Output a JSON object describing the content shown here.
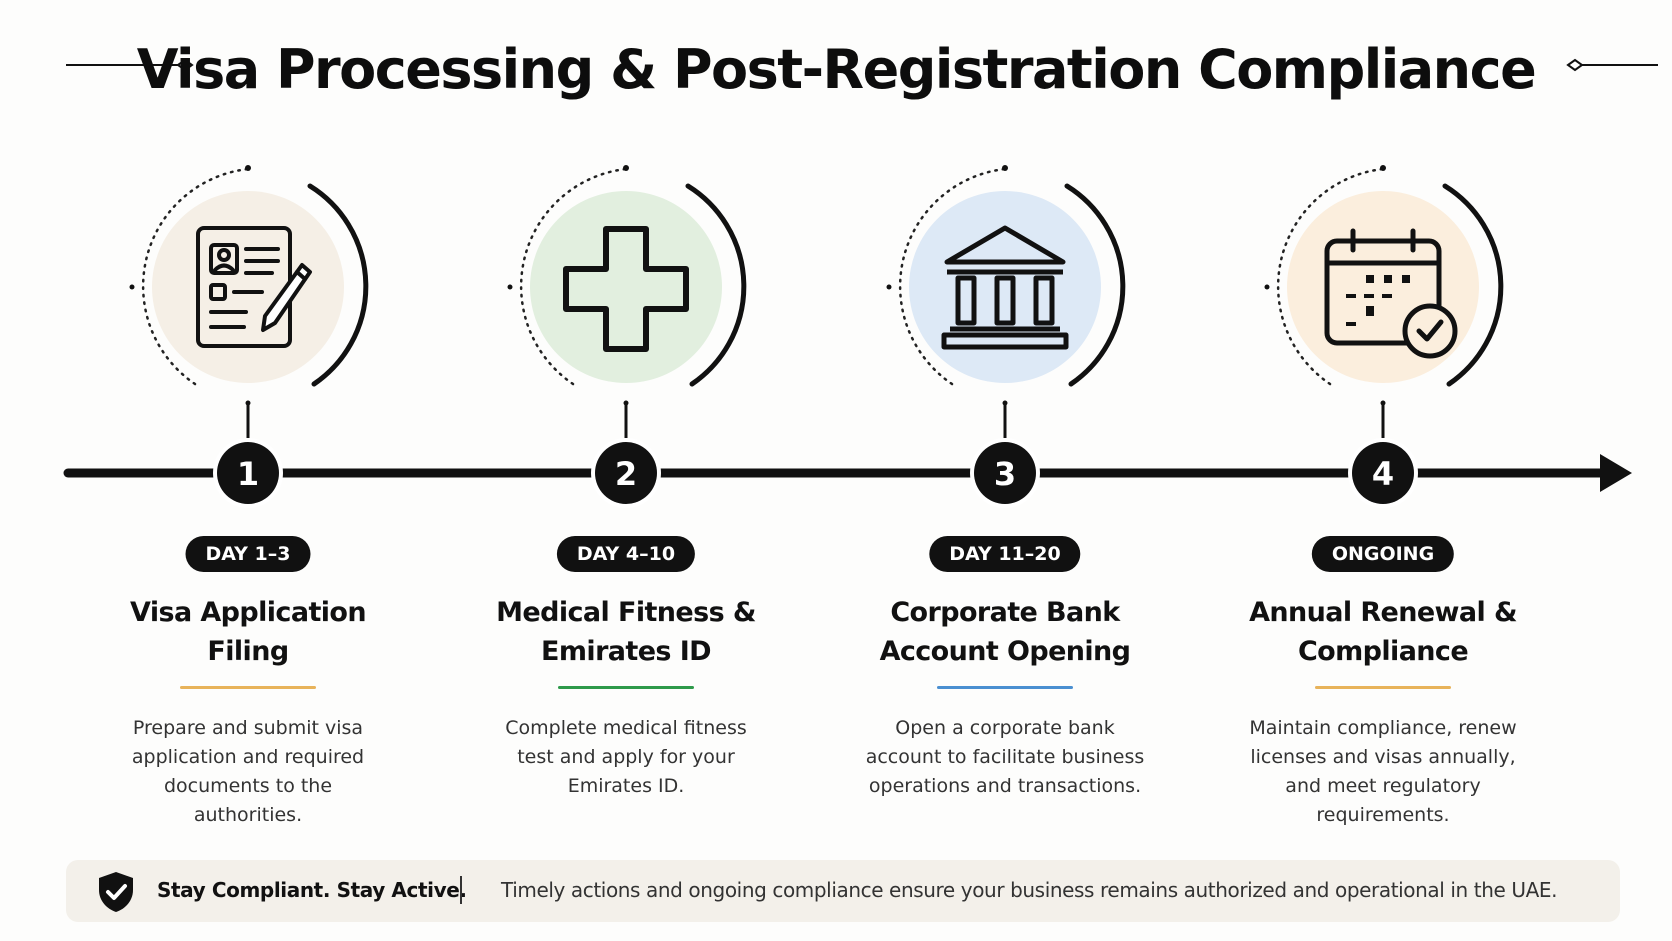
{
  "title": "Visa Processing & Post-Registration Compliance",
  "colors": {
    "line": "#111111",
    "step1_bg": "#f5efe6",
    "step1_accent": "#e8b35a",
    "step2_bg": "#e2efdf",
    "step2_accent": "#2e9a4a",
    "step3_bg": "#dde9f6",
    "step3_accent": "#4a8fd1",
    "step4_bg": "#fbeedd",
    "step4_accent": "#e8b35a"
  },
  "steps": [
    {
      "number": "1",
      "icon": "document-pen-icon",
      "badge": "DAY 1–3",
      "title": "Visa Application Filing",
      "description": "Prepare and submit visa application and required documents to the authorities."
    },
    {
      "number": "2",
      "icon": "medical-cross-icon",
      "badge": "DAY 4–10",
      "title": "Medical Fitness & Emirates ID",
      "description": "Complete medical fitness test and apply for your Emirates ID."
    },
    {
      "number": "3",
      "icon": "bank-building-icon",
      "badge": "DAY 11–20",
      "title": "Corporate Bank Account Opening",
      "description": "Open a corporate bank account to facilitate business operations and transactions."
    },
    {
      "number": "4",
      "icon": "calendar-check-icon",
      "badge": "ONGOING",
      "title": "Annual Renewal & Compliance",
      "description": "Maintain compliance, renew licenses and visas annually, and meet regulatory requirements."
    }
  ],
  "footer": {
    "icon": "shield-check-icon",
    "strong": "Stay Compliant. Stay Active.",
    "text": "Timely actions and ongoing compliance ensure your business remains authorized and operational in the UAE."
  }
}
